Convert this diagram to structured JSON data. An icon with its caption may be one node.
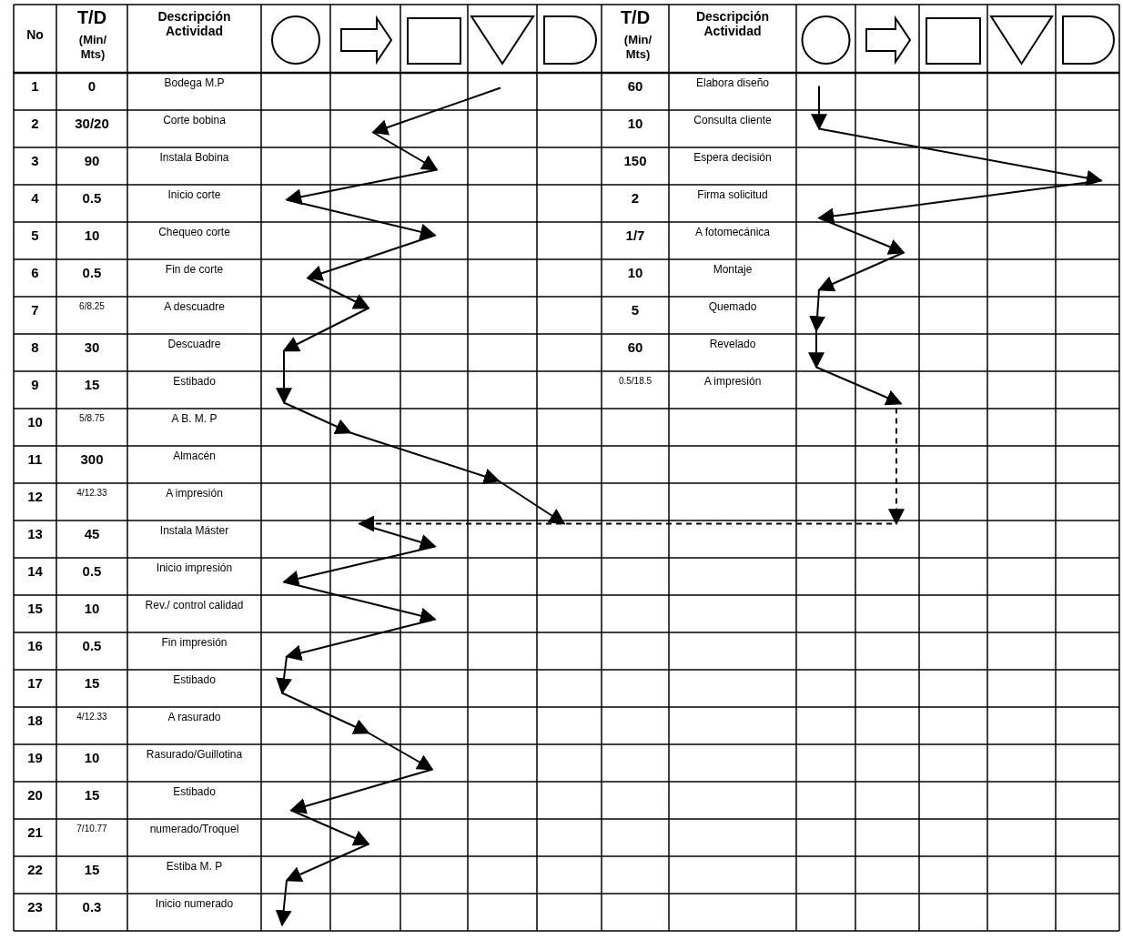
{
  "diagram": {
    "labels": [
      "No",
      "T/D",
      "(Min/ Mts)",
      "Descripción Actividad",
      "T/D",
      "(Min/ Mts)",
      "Descripción Actividad",
      "1",
      "0",
      "Bodega M.P",
      "60",
      "Elabora diseño",
      "2",
      "30/20",
      "Corte bobina",
      "10",
      "Consulta cliente",
      "3",
      "90",
      "Instala Bobina",
      "150",
      "Espera decisión",
      "4",
      "0.5",
      "Inicio corte",
      "2",
      "Firma solicitud",
      "5",
      "10",
      "Chequeo corte",
      "1/7",
      "A fotomecánica",
      "6",
      "0.5",
      "Fin de corte",
      "10",
      "Montaje",
      "7",
      "6/8.25",
      "A descuadre",
      "5",
      "Quemado",
      "8",
      "30",
      "Descuadre",
      "60",
      "Revelado",
      "9",
      "15",
      "Estibado",
      "0.5/18.5",
      "A impresión",
      "10",
      "5/8.75",
      "A  B. M. P",
      "11",
      "300",
      "Almacén",
      "12",
      "4/12.33",
      "A impresión",
      "13",
      "45",
      "Instala  Máster",
      "14",
      "0.5",
      "Inicio impresión",
      "15",
      "10",
      "Rev./ control calidad",
      "16",
      "0.5",
      "Fin impresión",
      "17",
      "15",
      "Estibado",
      "18",
      "4/12.33",
      "A rasurado",
      "19",
      "10",
      "Rasurado/Guillotina",
      "20",
      "15",
      "Estibado",
      "21",
      "7/10.77",
      "numerado/Troquel",
      "22",
      "15",
      "Estiba M. P",
      "23",
      "0.3",
      "Inicio numerado"
    ]
  }
}
